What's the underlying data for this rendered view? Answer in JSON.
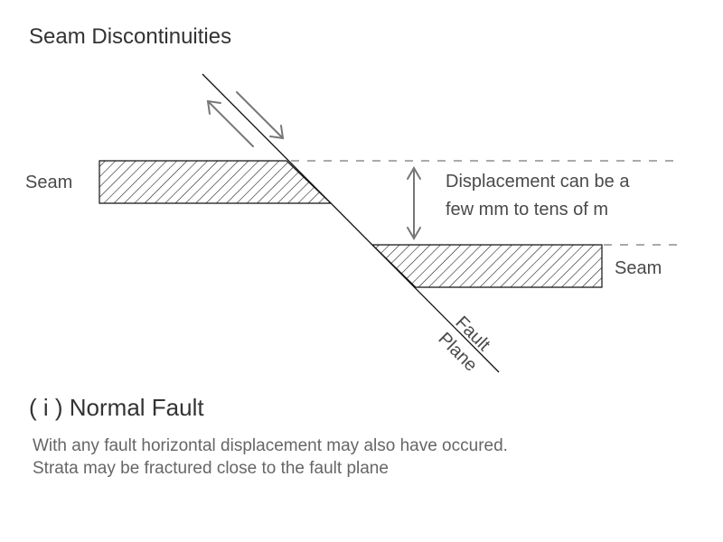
{
  "title": "Seam Discontinuities",
  "diagram": {
    "seam_left_label": "Seam",
    "seam_right_label": "Seam",
    "displacement_line1": "Displacement can be a",
    "displacement_line2": "few mm to tens of m",
    "fault_label": "Fault",
    "plane_label": "Plane"
  },
  "caption": {
    "heading": "( i ) Normal Fault",
    "line1": "With any fault horizontal displacement may also have occured.",
    "line2": "Strata may be fractured close to the fault plane"
  },
  "colors": {
    "line": "#111111",
    "arrow": "#777777",
    "dashed": "#777777",
    "text": "#4a4a4a"
  }
}
